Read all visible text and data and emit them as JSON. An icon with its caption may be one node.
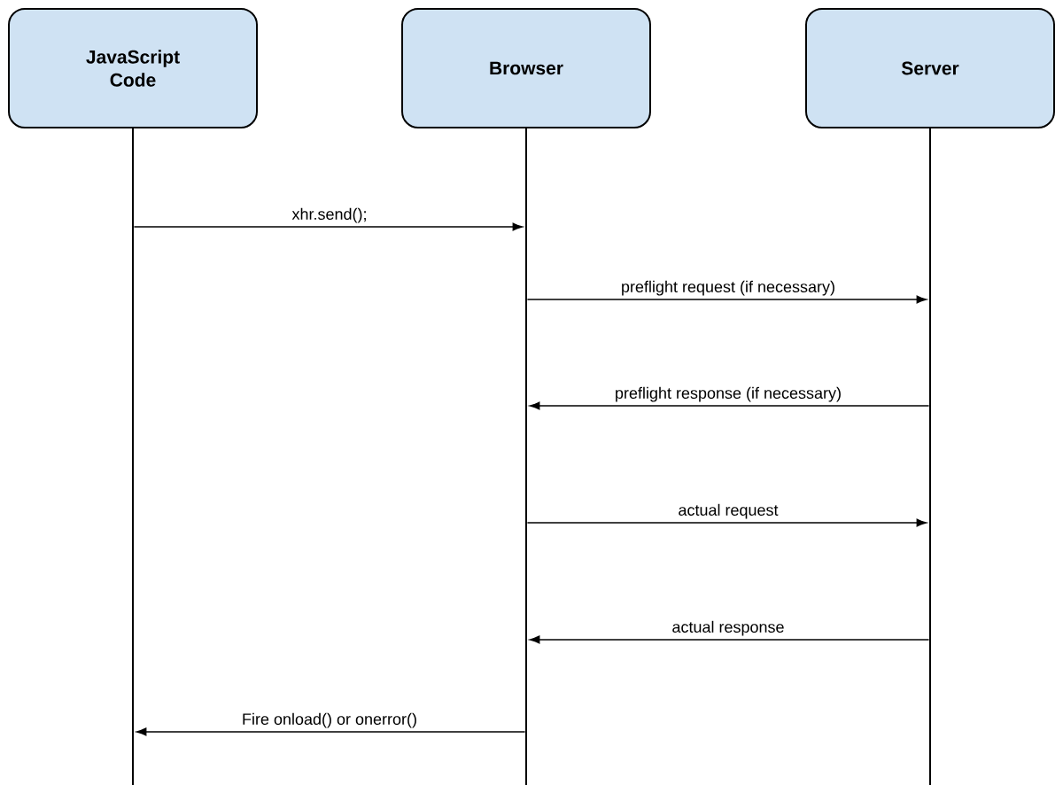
{
  "diagram": {
    "nodes": [
      {
        "text": [
          "JavaScript Code"
        ]
      },
      {
        "text": [
          "Browser"
        ]
      },
      {
        "text": [
          "Server"
        ]
      },
      {
        "text": [],
        "shape": "line"
      },
      {
        "text": [],
        "shape": "line"
      },
      {
        "text": [],
        "shape": "line"
      }
    ],
    "edges": [
      {
        "from": 3,
        "to": 4,
        "arrow": "to",
        "label": "xhr.send();"
      },
      {
        "from": 4,
        "to": 5,
        "arrow": "to",
        "label": "preflight request (if necessary)"
      },
      {
        "from": 5,
        "to": 4,
        "arrow": "to",
        "label": "preflight response (if necessary)"
      },
      {
        "from": 4,
        "to": 5,
        "arrow": "to",
        "label": "actual request"
      },
      {
        "from": 5,
        "to": 4,
        "arrow": "to",
        "label": "actual response"
      },
      {
        "from": 4,
        "to": 3,
        "arrow": "to",
        "label": "Fire onload() or onerror()"
      }
    ]
  }
}
